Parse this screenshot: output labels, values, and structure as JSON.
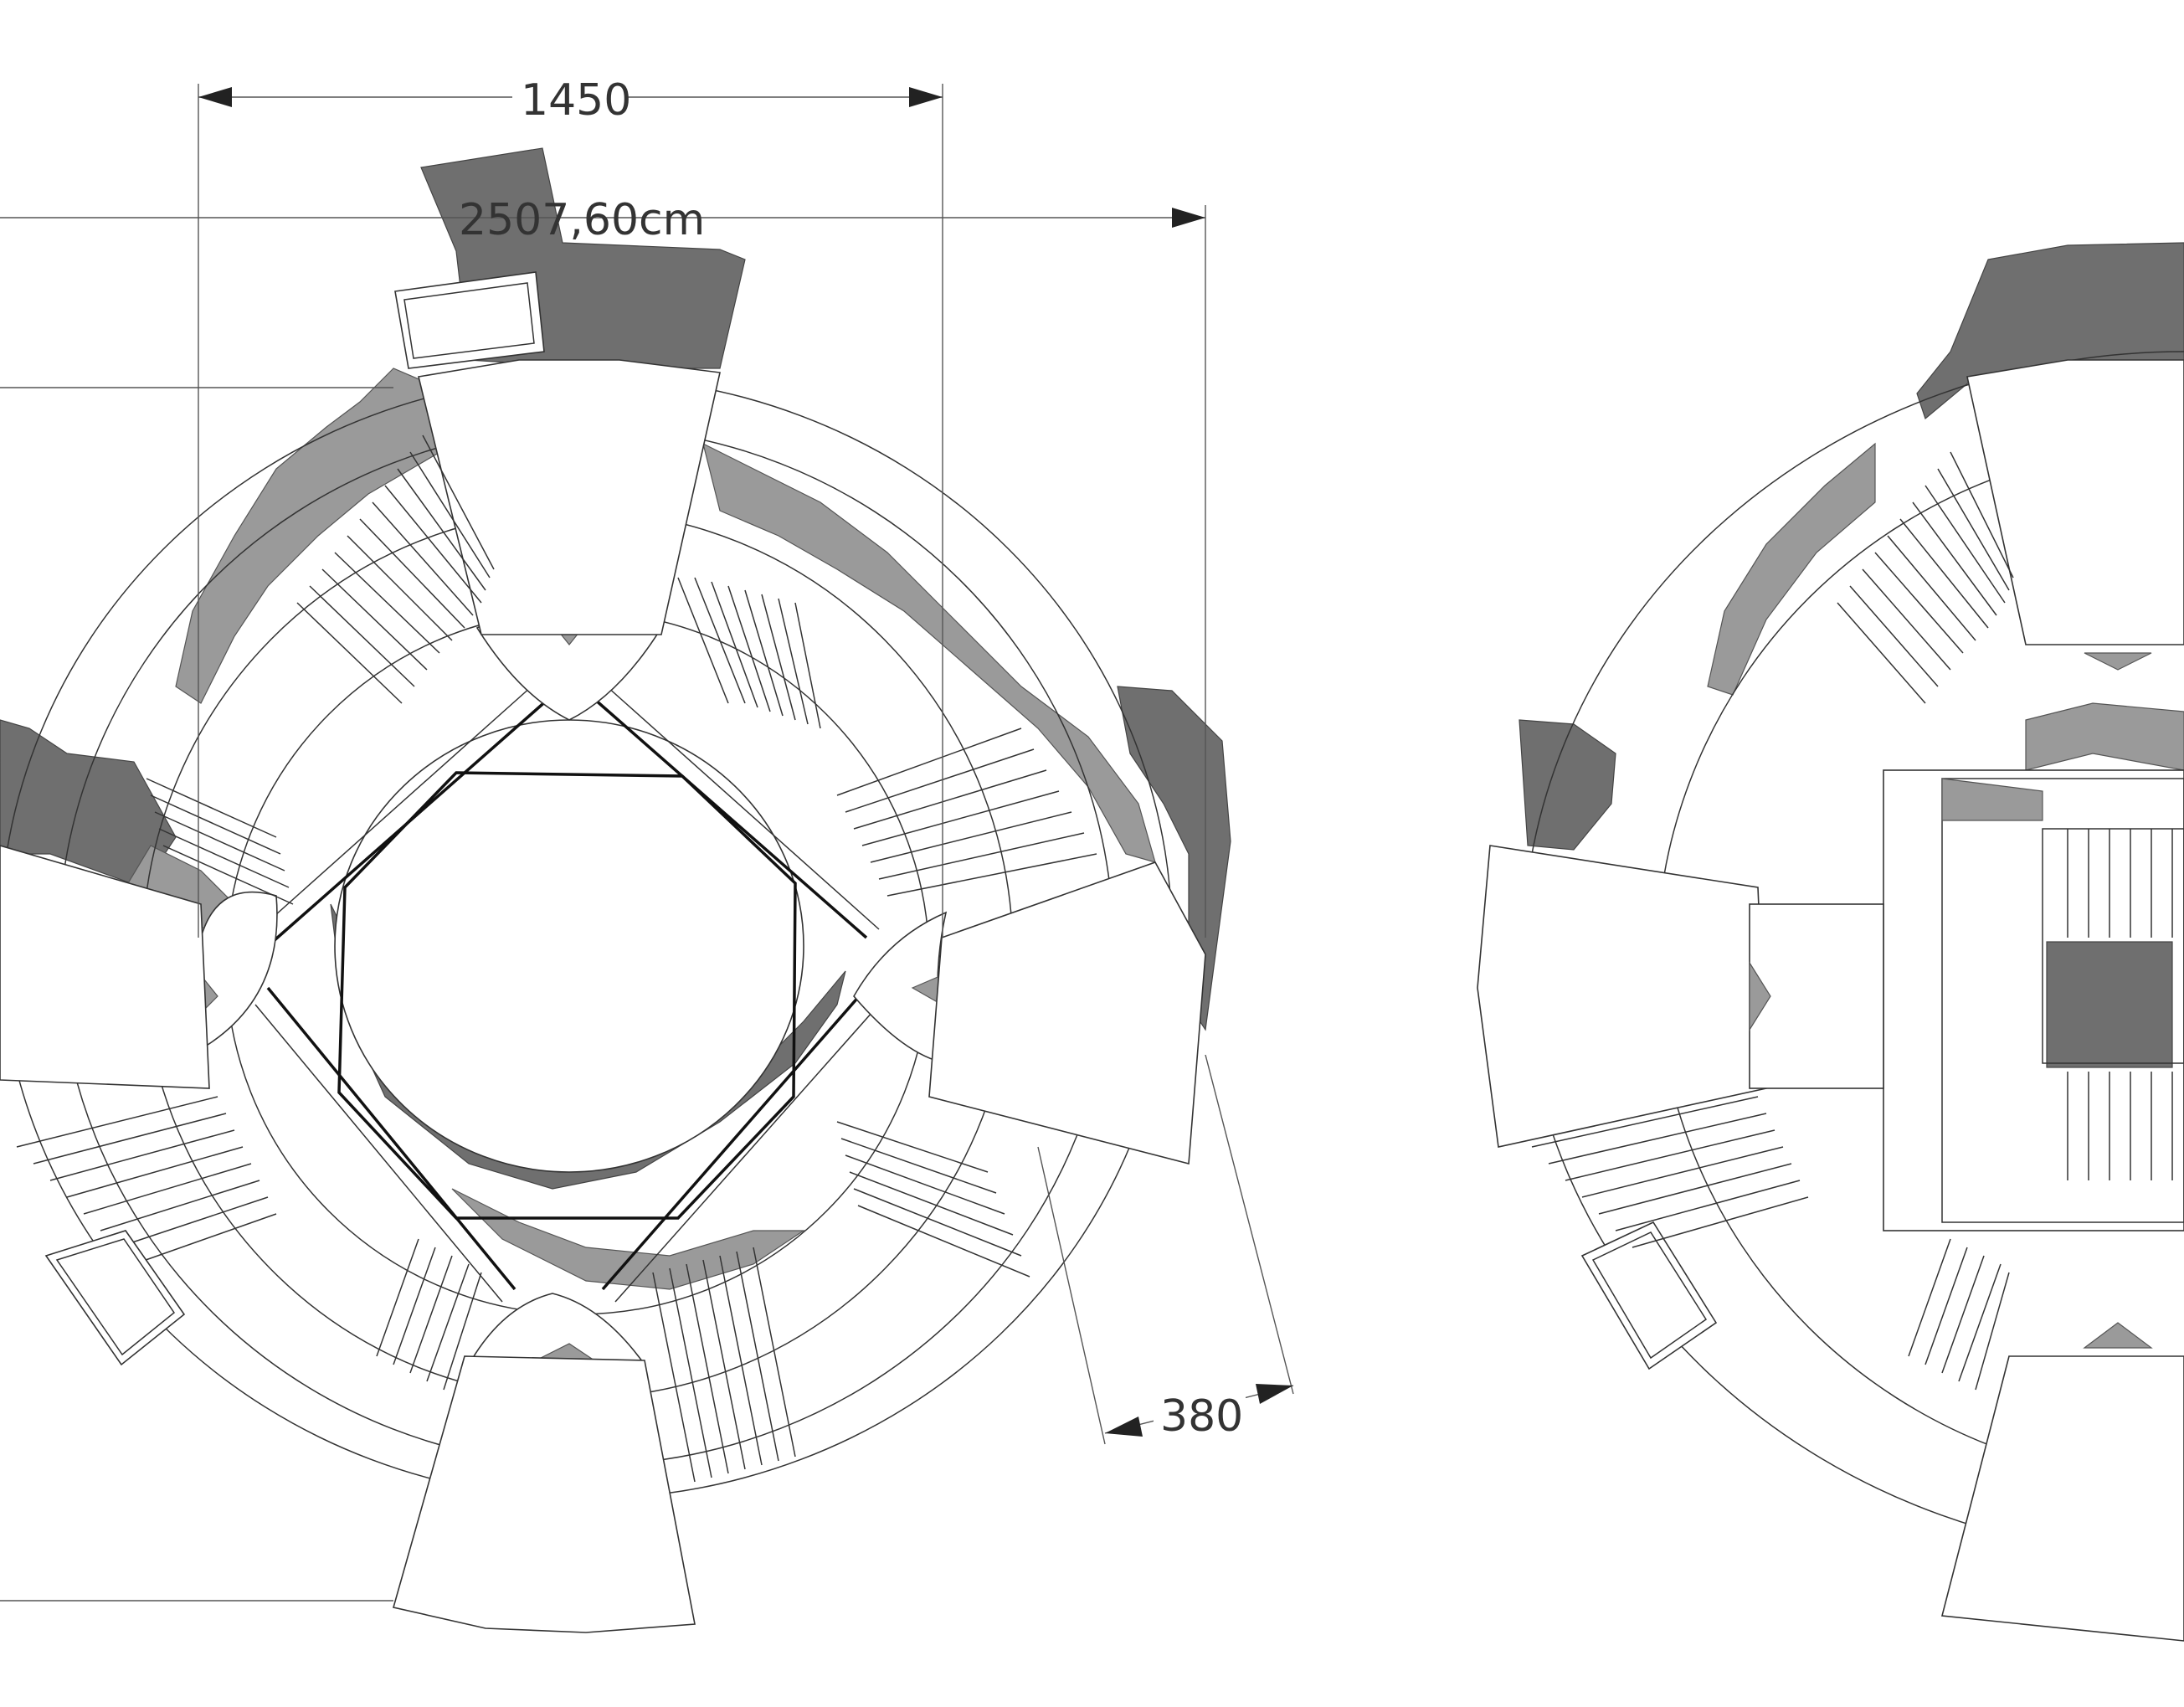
{
  "dimensions": {
    "top_width": "1450",
    "overall_diameter": "2507,60cm",
    "wing_depth": "380"
  },
  "colors": {
    "line": "#333333",
    "shadow_dark": "#6f6f6f",
    "shadow_mid": "#9a9a9a",
    "paper": "#ffffff"
  }
}
